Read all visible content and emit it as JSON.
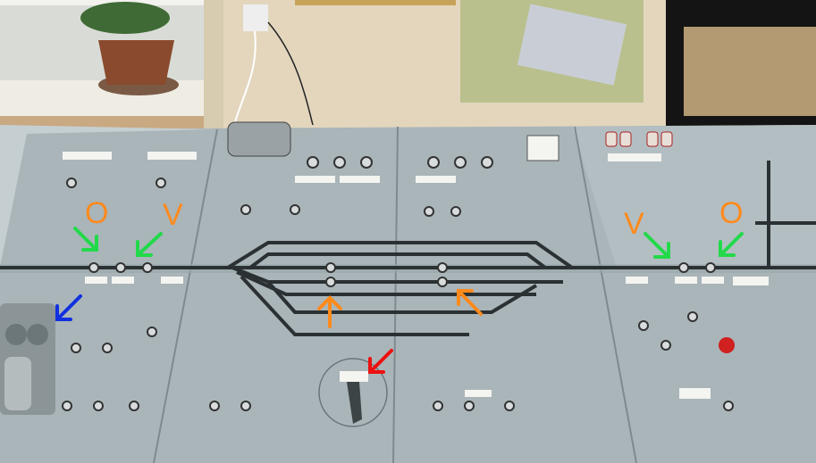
{
  "annotations": {
    "letters": [
      {
        "text": "O",
        "color": "#ff8a1c"
      },
      {
        "text": "V",
        "color": "#ff8a1c"
      },
      {
        "text": "V",
        "color": "#ff8a1c"
      },
      {
        "text": "O",
        "color": "#ff8a1c"
      }
    ],
    "arrow_colors": {
      "green": "#22d94a",
      "blue": "#1030e0",
      "orange": "#ff8a1c",
      "red": "#ee1010"
    }
  },
  "colors": {
    "panel": "#a9b5b9",
    "wall": "#e3d6bd",
    "track": "#2b3133"
  }
}
